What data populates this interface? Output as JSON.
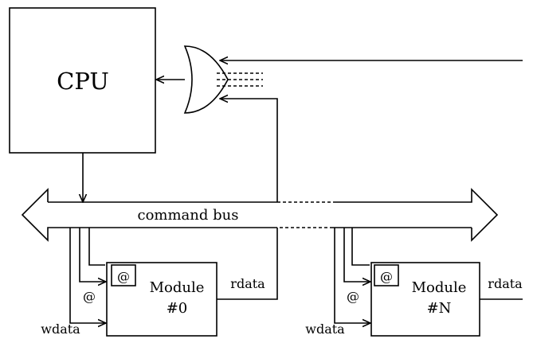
{
  "cpu": {
    "label": "CPU"
  },
  "bus": {
    "label": "command bus"
  },
  "modules": [
    {
      "line1": "Module",
      "line2": "#0",
      "addr_reg": "@",
      "addr_in": "@",
      "wdata": "wdata",
      "rdata": "rdata"
    },
    {
      "line1": "Module",
      "line2": "#N",
      "addr_reg": "@",
      "addr_in": "@",
      "wdata": "wdata",
      "rdata": "rdata"
    }
  ],
  "gate": {
    "type": "or-gate"
  }
}
